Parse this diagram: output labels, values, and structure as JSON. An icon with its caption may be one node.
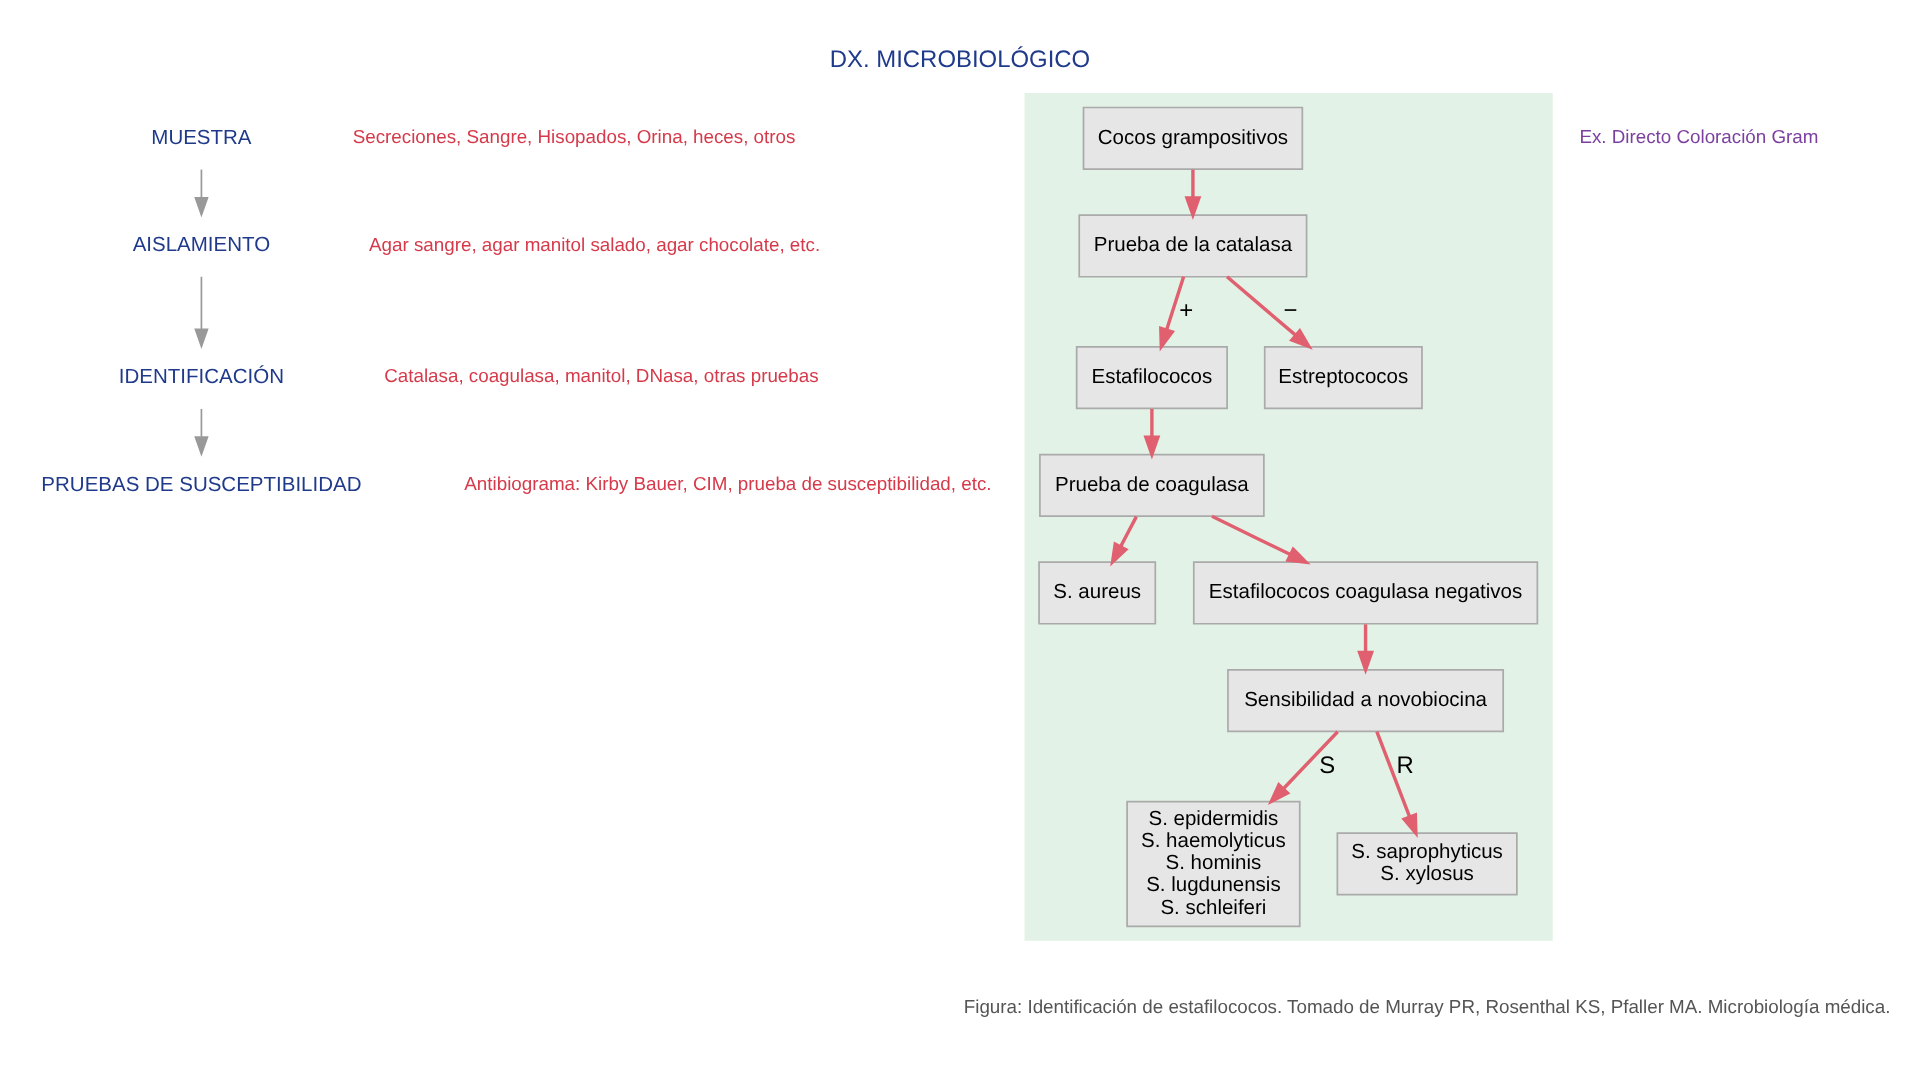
{
  "diagram": {
    "title": "DX. MICROBIOLÓGICO",
    "nodes": [
      {
        "text": [
          "MUESTRA"
        ]
      },
      {
        "text": [
          "AISLAMIENTO"
        ]
      },
      {
        "text": [
          "IDENTIFICACIÓN"
        ]
      },
      {
        "text": [
          "PRUEBAS DE SUSCEPTIBILIDAD"
        ]
      },
      {
        "text": [],
        "shape": "box"
      },
      {
        "text": [
          "Cocos grampositivos"
        ],
        "in": 4
      },
      {
        "text": [
          "Prueba de la catalasa"
        ],
        "in": 4
      },
      {
        "text": [
          "Estafilococos"
        ],
        "in": 4
      },
      {
        "text": [
          "Estreptococos"
        ],
        "in": 4
      },
      {
        "text": [
          "Prueba de coagulasa"
        ],
        "in": 4
      },
      {
        "text": [
          "S. aureus"
        ],
        "in": 4
      },
      {
        "text": [
          "Estafilococos coagulasa negativos"
        ],
        "in": 4
      },
      {
        "text": [
          "Sensibilidad a novobiocina"
        ],
        "in": 4
      },
      {
        "text": [
          "S. epidermidis S. haemolyticus S. hominis S. lugdunensis S. schleiferi"
        ],
        "in": 4
      },
      {
        "text": [
          "S. saprophyticus S. xylosus"
        ],
        "in": 4
      }
    ],
    "edges": [
      {
        "from": 0,
        "to": 1,
        "arrow": "to"
      },
      {
        "from": 1,
        "to": 2,
        "arrow": "to"
      },
      {
        "from": 2,
        "to": 3,
        "arrow": "to"
      },
      {
        "from": 5,
        "to": 6,
        "arrow": "to"
      },
      {
        "from": 6,
        "to": 7,
        "arrow": "to",
        "label": "+"
      },
      {
        "from": 6,
        "to": 8,
        "arrow": "to",
        "label": "−"
      },
      {
        "from": 7,
        "to": 9,
        "arrow": "to"
      },
      {
        "from": 9,
        "to": 10,
        "arrow": "to"
      },
      {
        "from": 9,
        "to": 11,
        "arrow": "to"
      },
      {
        "from": 11,
        "to": 12,
        "arrow": "to"
      },
      {
        "from": 12,
        "to": 13,
        "arrow": "to",
        "label": "S"
      },
      {
        "from": 12,
        "to": 14,
        "arrow": "to",
        "label": "R"
      }
    ],
    "labels": [
      "Ex. Directo Coloración Gram",
      "Secreciones, Sangre, Hisopados, Orina, heces, otros",
      "Agar sangre, agar manitol salado, agar chocolate, etc.",
      "Catalasa, coagulasa, manitol, DNasa, otras pruebas",
      "Antibiograma: Kirby Bauer, CIM, prueba de susceptibilidad, etc.",
      "Figura: Identificación de estafilococos. Tomado de Murray PR, Rosenthal KS, Pfaller MA. Microbiología médica."
    ]
  }
}
